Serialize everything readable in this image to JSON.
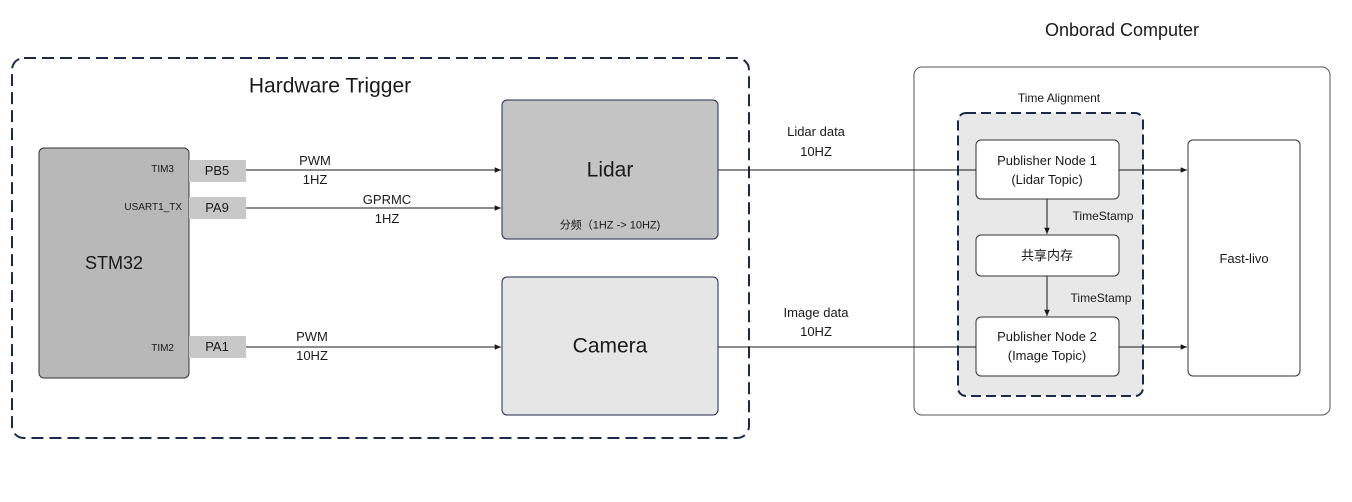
{
  "titles": {
    "hardware_trigger": "Hardware Trigger",
    "onboard_computer": "Onborad Computer",
    "time_alignment": "Time Alignment"
  },
  "stm32": {
    "name": "STM32",
    "pins": [
      {
        "signal": "TIM3",
        "pin": "PB5"
      },
      {
        "signal": "USART1_TX",
        "pin": "PA9"
      },
      {
        "signal": "TIM2",
        "pin": "PA1"
      }
    ]
  },
  "links": {
    "pwm_lidar": {
      "line1": "PWM",
      "line2": "1HZ"
    },
    "gprmc": {
      "line1": "GPRMC",
      "line2": "1HZ"
    },
    "pwm_camera": {
      "line1": "PWM",
      "line2": "10HZ"
    },
    "lidar_data": {
      "line1": "Lidar data",
      "line2": "10HZ"
    },
    "image_data": {
      "line1": "Image data",
      "line2": "10HZ"
    },
    "timestamp_top": "TimeStamp",
    "timestamp_bottom": "TimeStamp"
  },
  "devices": {
    "lidar": {
      "name": "Lidar",
      "note": "分频（1HZ -> 10HZ)"
    },
    "camera": {
      "name": "Camera"
    }
  },
  "nodes": {
    "publisher1": {
      "line1": "Publisher Node 1",
      "line2": "(Lidar Topic)"
    },
    "shared_memory": "共享内存",
    "publisher2": {
      "line1": "Publisher Node 2",
      "line2": "(Image Topic)"
    },
    "fast_livo": "Fast-livo"
  },
  "colors": {
    "stm32_fill": "#b8b8b8",
    "pin_fill": "#c8c8c8",
    "lidar_fill": "#c4c4c4",
    "camera_fill": "#e6e6e6",
    "time_alignment_fill": "#e8e8e8",
    "dash_border": "#1c2a4a"
  }
}
